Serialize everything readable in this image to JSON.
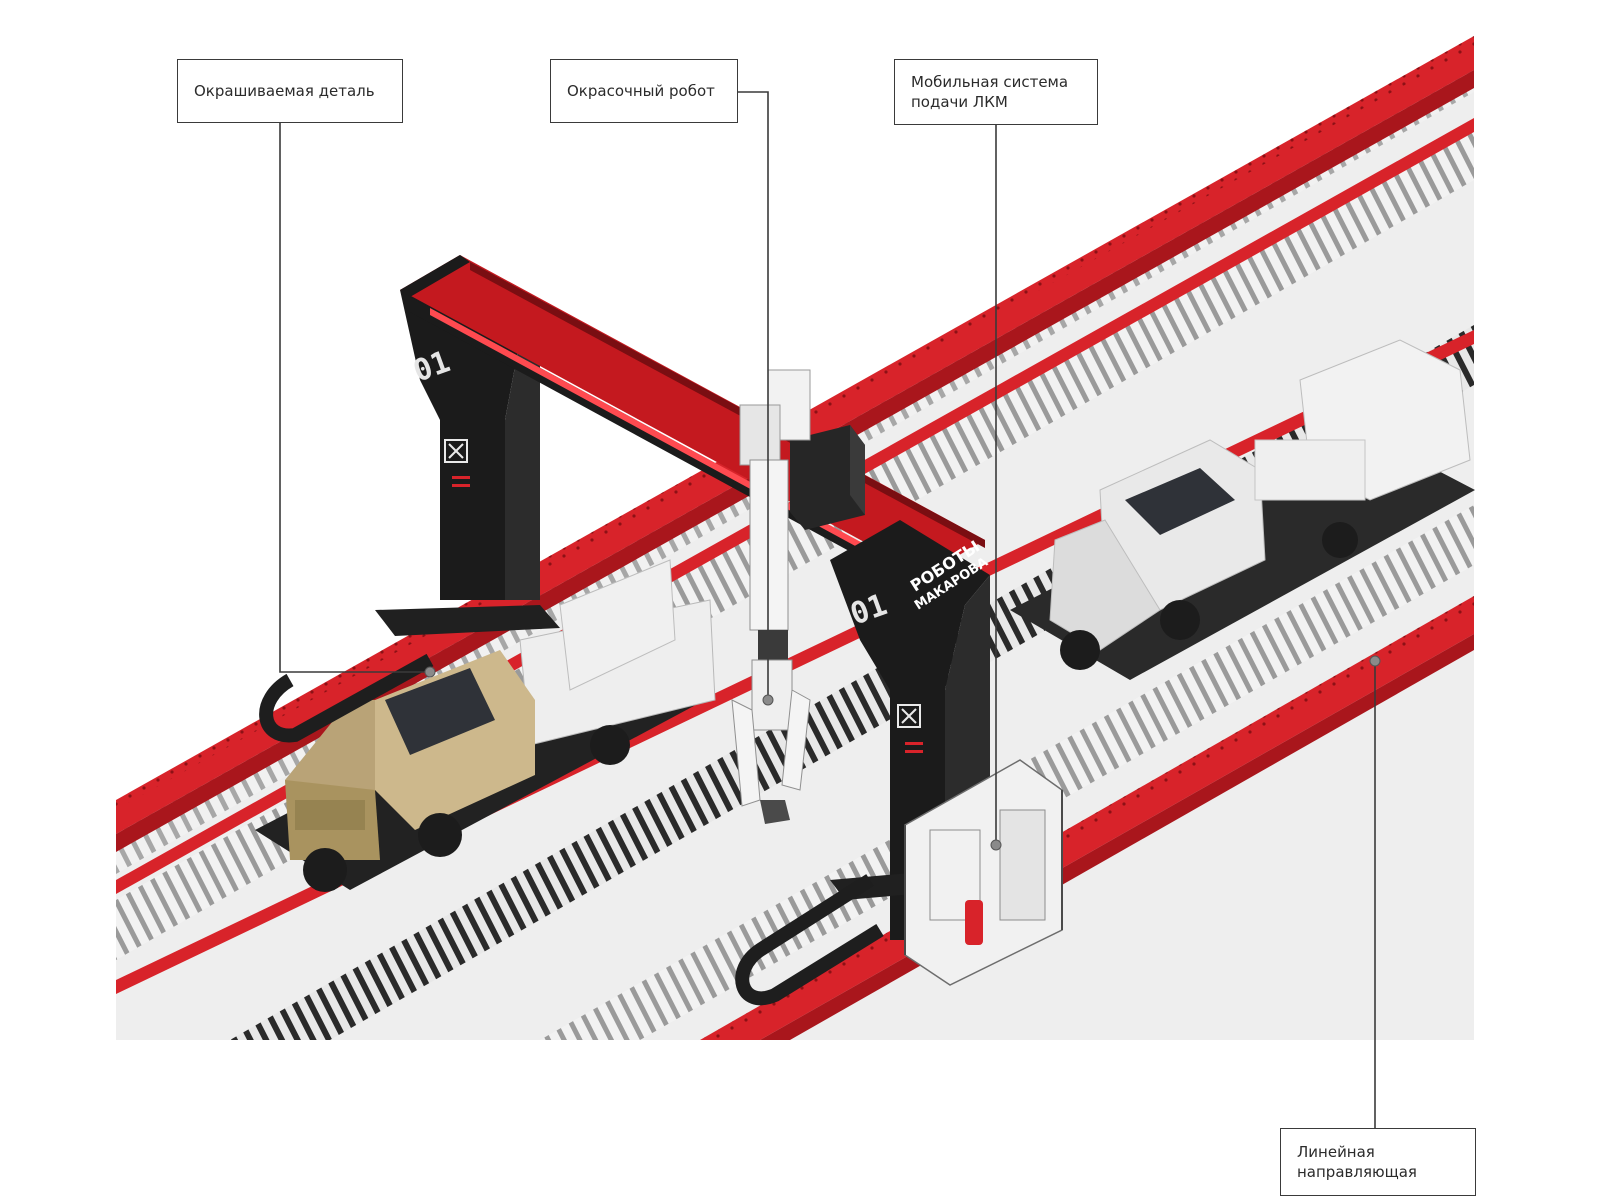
{
  "callouts": {
    "part": {
      "text": "Окрашиваемая деталь"
    },
    "robot": {
      "text": "Окрасочный робот"
    },
    "supply": {
      "line1": "Мобильная система",
      "line2": "подачи ЛКМ"
    },
    "rail": {
      "line1": "Линейная",
      "line2": "направляющая"
    }
  },
  "gantry": {
    "pillar_number": "01",
    "brand_line1": "РОБОТЫ",
    "brand_line2": "МАКАРОВА"
  },
  "colors": {
    "rail_red": "#d8232a",
    "gantry_black": "#1b1b1b",
    "floor": "#ececec",
    "truck_sand": "#cdb88c",
    "truck_white": "#e9e9e9",
    "leader_line": "#3a3a3a"
  }
}
